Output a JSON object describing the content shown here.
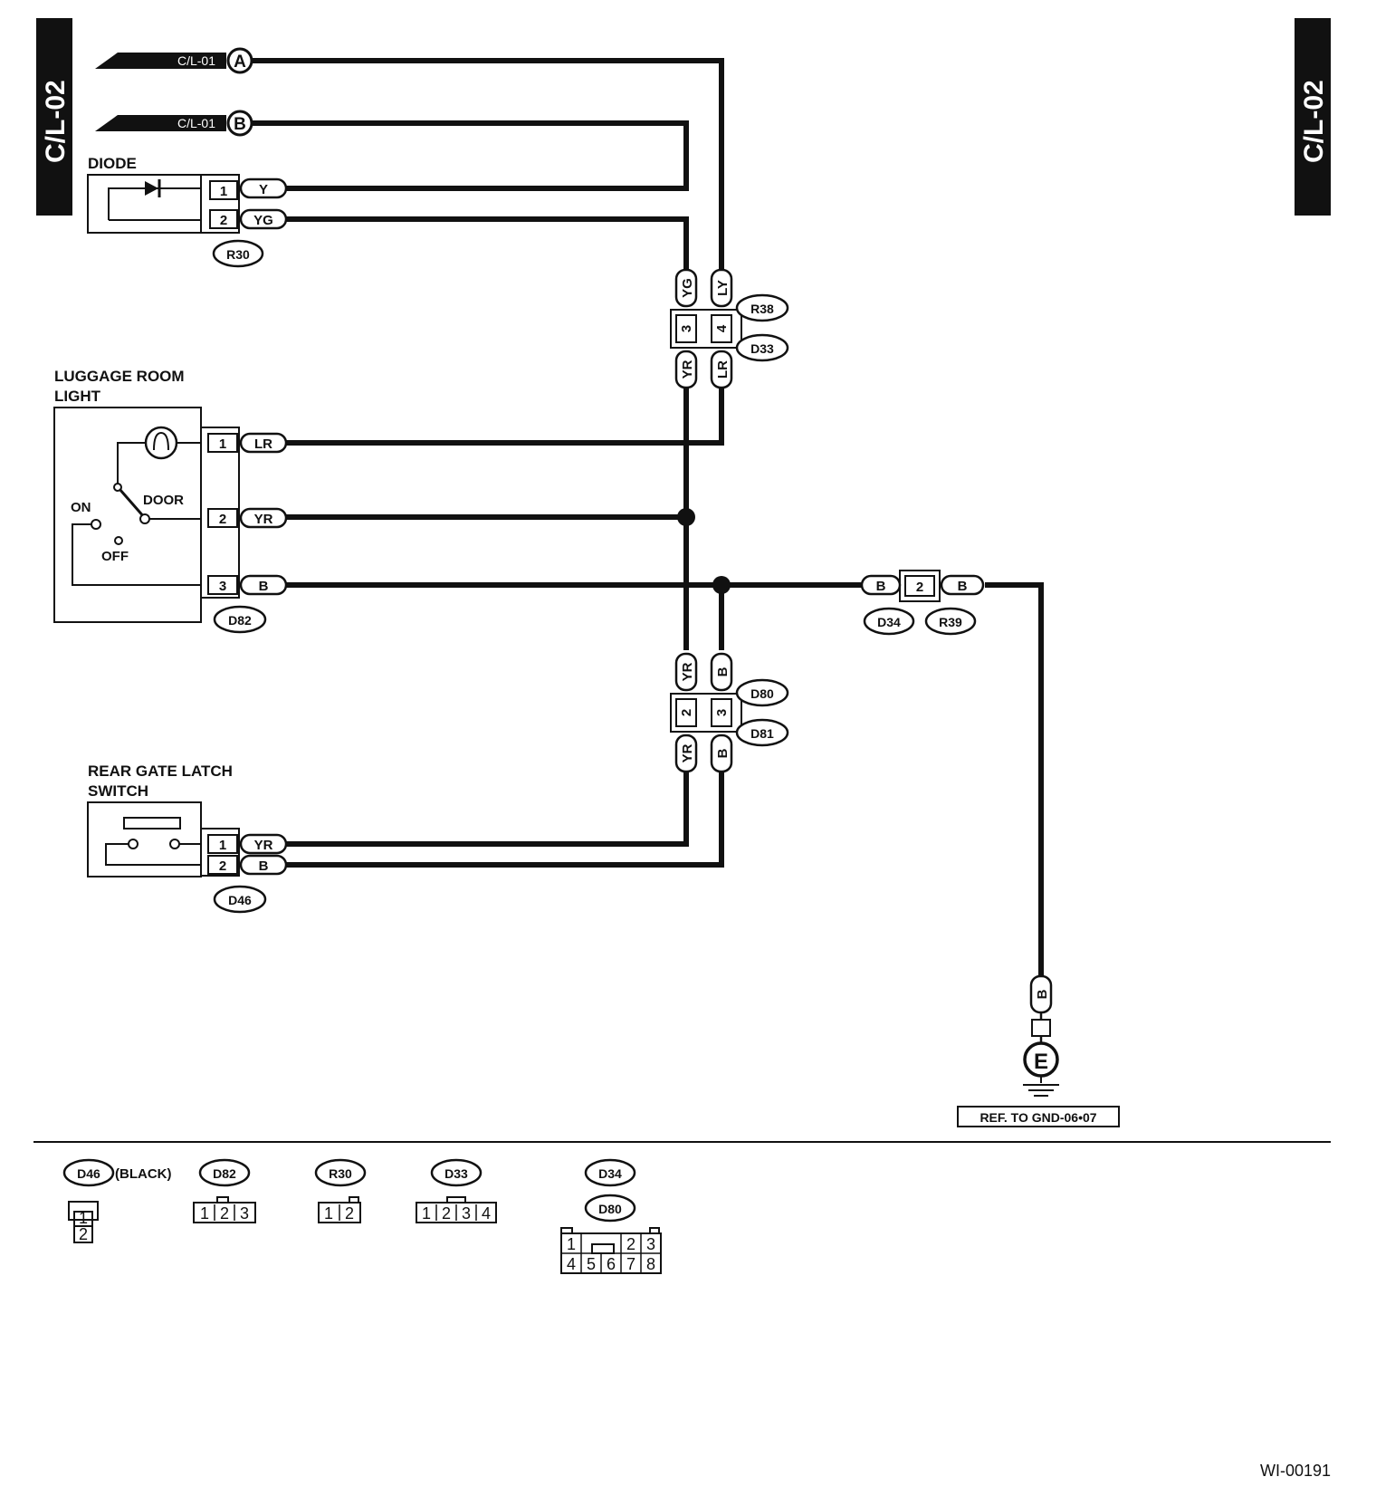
{
  "page_codes": {
    "left": "C/L-02",
    "right": "C/L-02"
  },
  "inputs": {
    "a": {
      "ref": "C/L-01",
      "letter": "A"
    },
    "b": {
      "ref": "C/L-01",
      "letter": "B"
    }
  },
  "diode": {
    "title": "DIODE",
    "connector": "R30",
    "pins": [
      {
        "pin": "1",
        "wire": "Y"
      },
      {
        "pin": "2",
        "wire": "YG"
      }
    ]
  },
  "joint_r38_d33": {
    "connectors": [
      "R38",
      "D33"
    ],
    "top_wires": [
      "YG",
      "LY"
    ],
    "pins": [
      "3",
      "4"
    ],
    "bottom_wires": [
      "YR",
      "LR"
    ]
  },
  "luggage_light": {
    "title_line1": "LUGGAGE ROOM",
    "title_line2": "LIGHT",
    "connector": "D82",
    "switch_labels": {
      "on": "ON",
      "off": "OFF",
      "door": "DOOR"
    },
    "pins": [
      {
        "pin": "1",
        "wire": "LR"
      },
      {
        "pin": "2",
        "wire": "YR"
      },
      {
        "pin": "3",
        "wire": "B"
      }
    ]
  },
  "joint_d34_r39": {
    "connectors": [
      "D34",
      "R39"
    ],
    "pin": "2",
    "wires": [
      "B",
      "B"
    ]
  },
  "joint_d80_d81": {
    "connectors": [
      "D80",
      "D81"
    ],
    "top_wires": [
      "YR",
      "B"
    ],
    "pins": [
      "2",
      "3"
    ],
    "bottom_wires": [
      "YR",
      "B"
    ]
  },
  "latch_switch": {
    "title_line1": "REAR GATE LATCH",
    "title_line2": "SWITCH",
    "connector": "D46",
    "pins": [
      {
        "pin": "1",
        "wire": "YR"
      },
      {
        "pin": "2",
        "wire": "B"
      }
    ]
  },
  "ground": {
    "wire": "B",
    "letter": "E",
    "reference": "REF. TO GND-06•07"
  },
  "connector_views": {
    "d46": {
      "name": "D46",
      "note": "(BLACK)",
      "pins": [
        "1",
        "2"
      ]
    },
    "d82": {
      "name": "D82",
      "pins": [
        "1",
        "2",
        "3"
      ]
    },
    "r30": {
      "name": "R30",
      "pins": [
        "1",
        "2"
      ]
    },
    "d33": {
      "name": "D33",
      "pins": [
        "1",
        "2",
        "3",
        "4"
      ]
    },
    "d34": {
      "names": [
        "D34",
        "D80"
      ],
      "pins": [
        "1",
        "2",
        "3",
        "4",
        "5",
        "6",
        "7",
        "8"
      ]
    }
  },
  "figure_id": "WI-00191"
}
